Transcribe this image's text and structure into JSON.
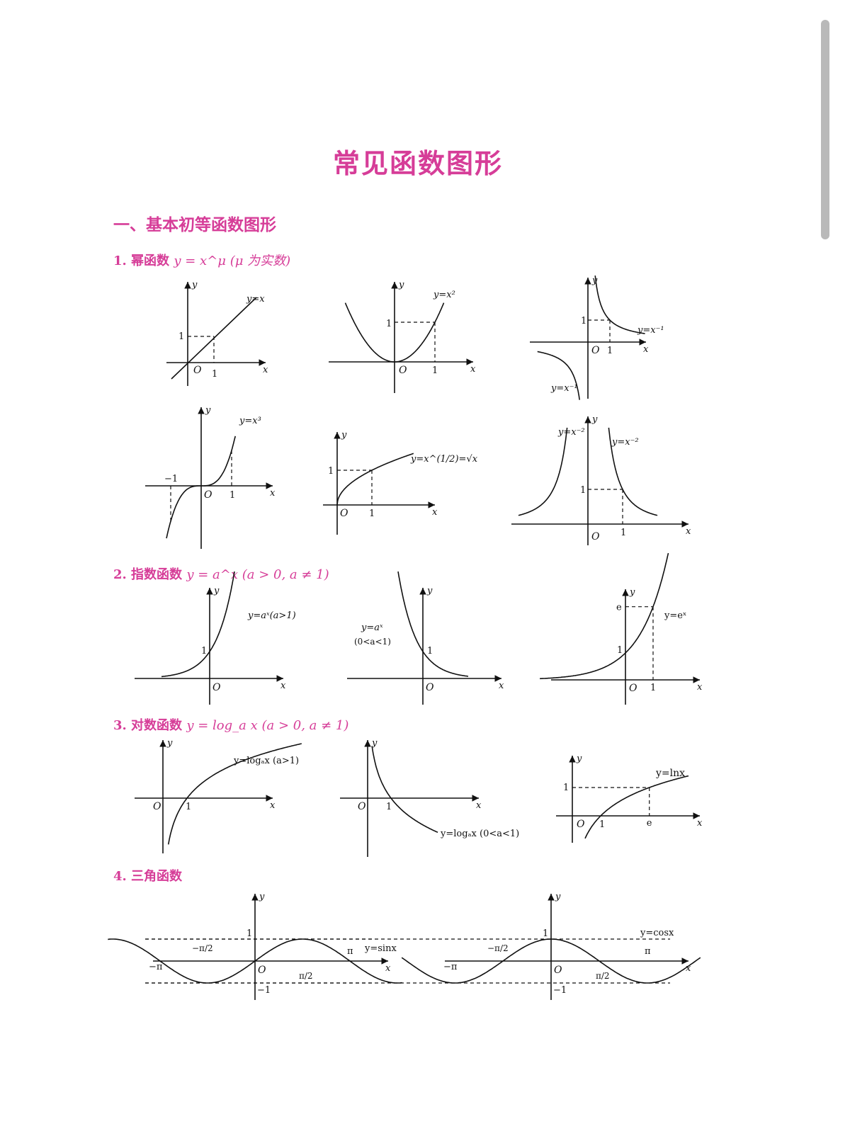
{
  "title": "常见函数图形",
  "section": "一、基本初等函数图形",
  "subsections": [
    {
      "label": "1. 幂函数",
      "formula": "y = x^μ (μ 为实数)"
    },
    {
      "label": "2. 指数函数",
      "formula": "y = a^x (a > 0, a ≠ 1)"
    },
    {
      "label": "3. 对数函数",
      "formula": "y = log_a x (a > 0, a ≠ 1)"
    },
    {
      "label": "4. 三角函数",
      "formula": ""
    }
  ],
  "graph_labels": {
    "linear": "y=x",
    "square": "y=x²",
    "inverse": "y=x⁻¹",
    "cube": "y=x³",
    "sqrt": "y=x^(1/2)=√x",
    "inv_square": "y=x⁻²",
    "exp_gt1": "y=aˣ(a>1)",
    "exp_lt1_a": "y=aˣ",
    "exp_lt1_b": "(0<a<1)",
    "exp_e": "y=eˣ",
    "log_gt1": "y=logₐx (a>1)",
    "log_lt1": "y=logₐx (0<a<1)",
    "ln": "y=lnx",
    "sin": "y=sinx",
    "cos": "y=cosx"
  },
  "axis": {
    "x": "x",
    "y": "y",
    "origin": "O",
    "one": "1",
    "neg_one": "−1",
    "e": "e",
    "pi": "π",
    "neg_pi": "−π",
    "half_pi": "π/2",
    "neg_half_pi": "−π/2"
  },
  "colors": {
    "accent": "#d63d98",
    "ink": "#111111",
    "scrollbar": "#b9b9b9"
  }
}
